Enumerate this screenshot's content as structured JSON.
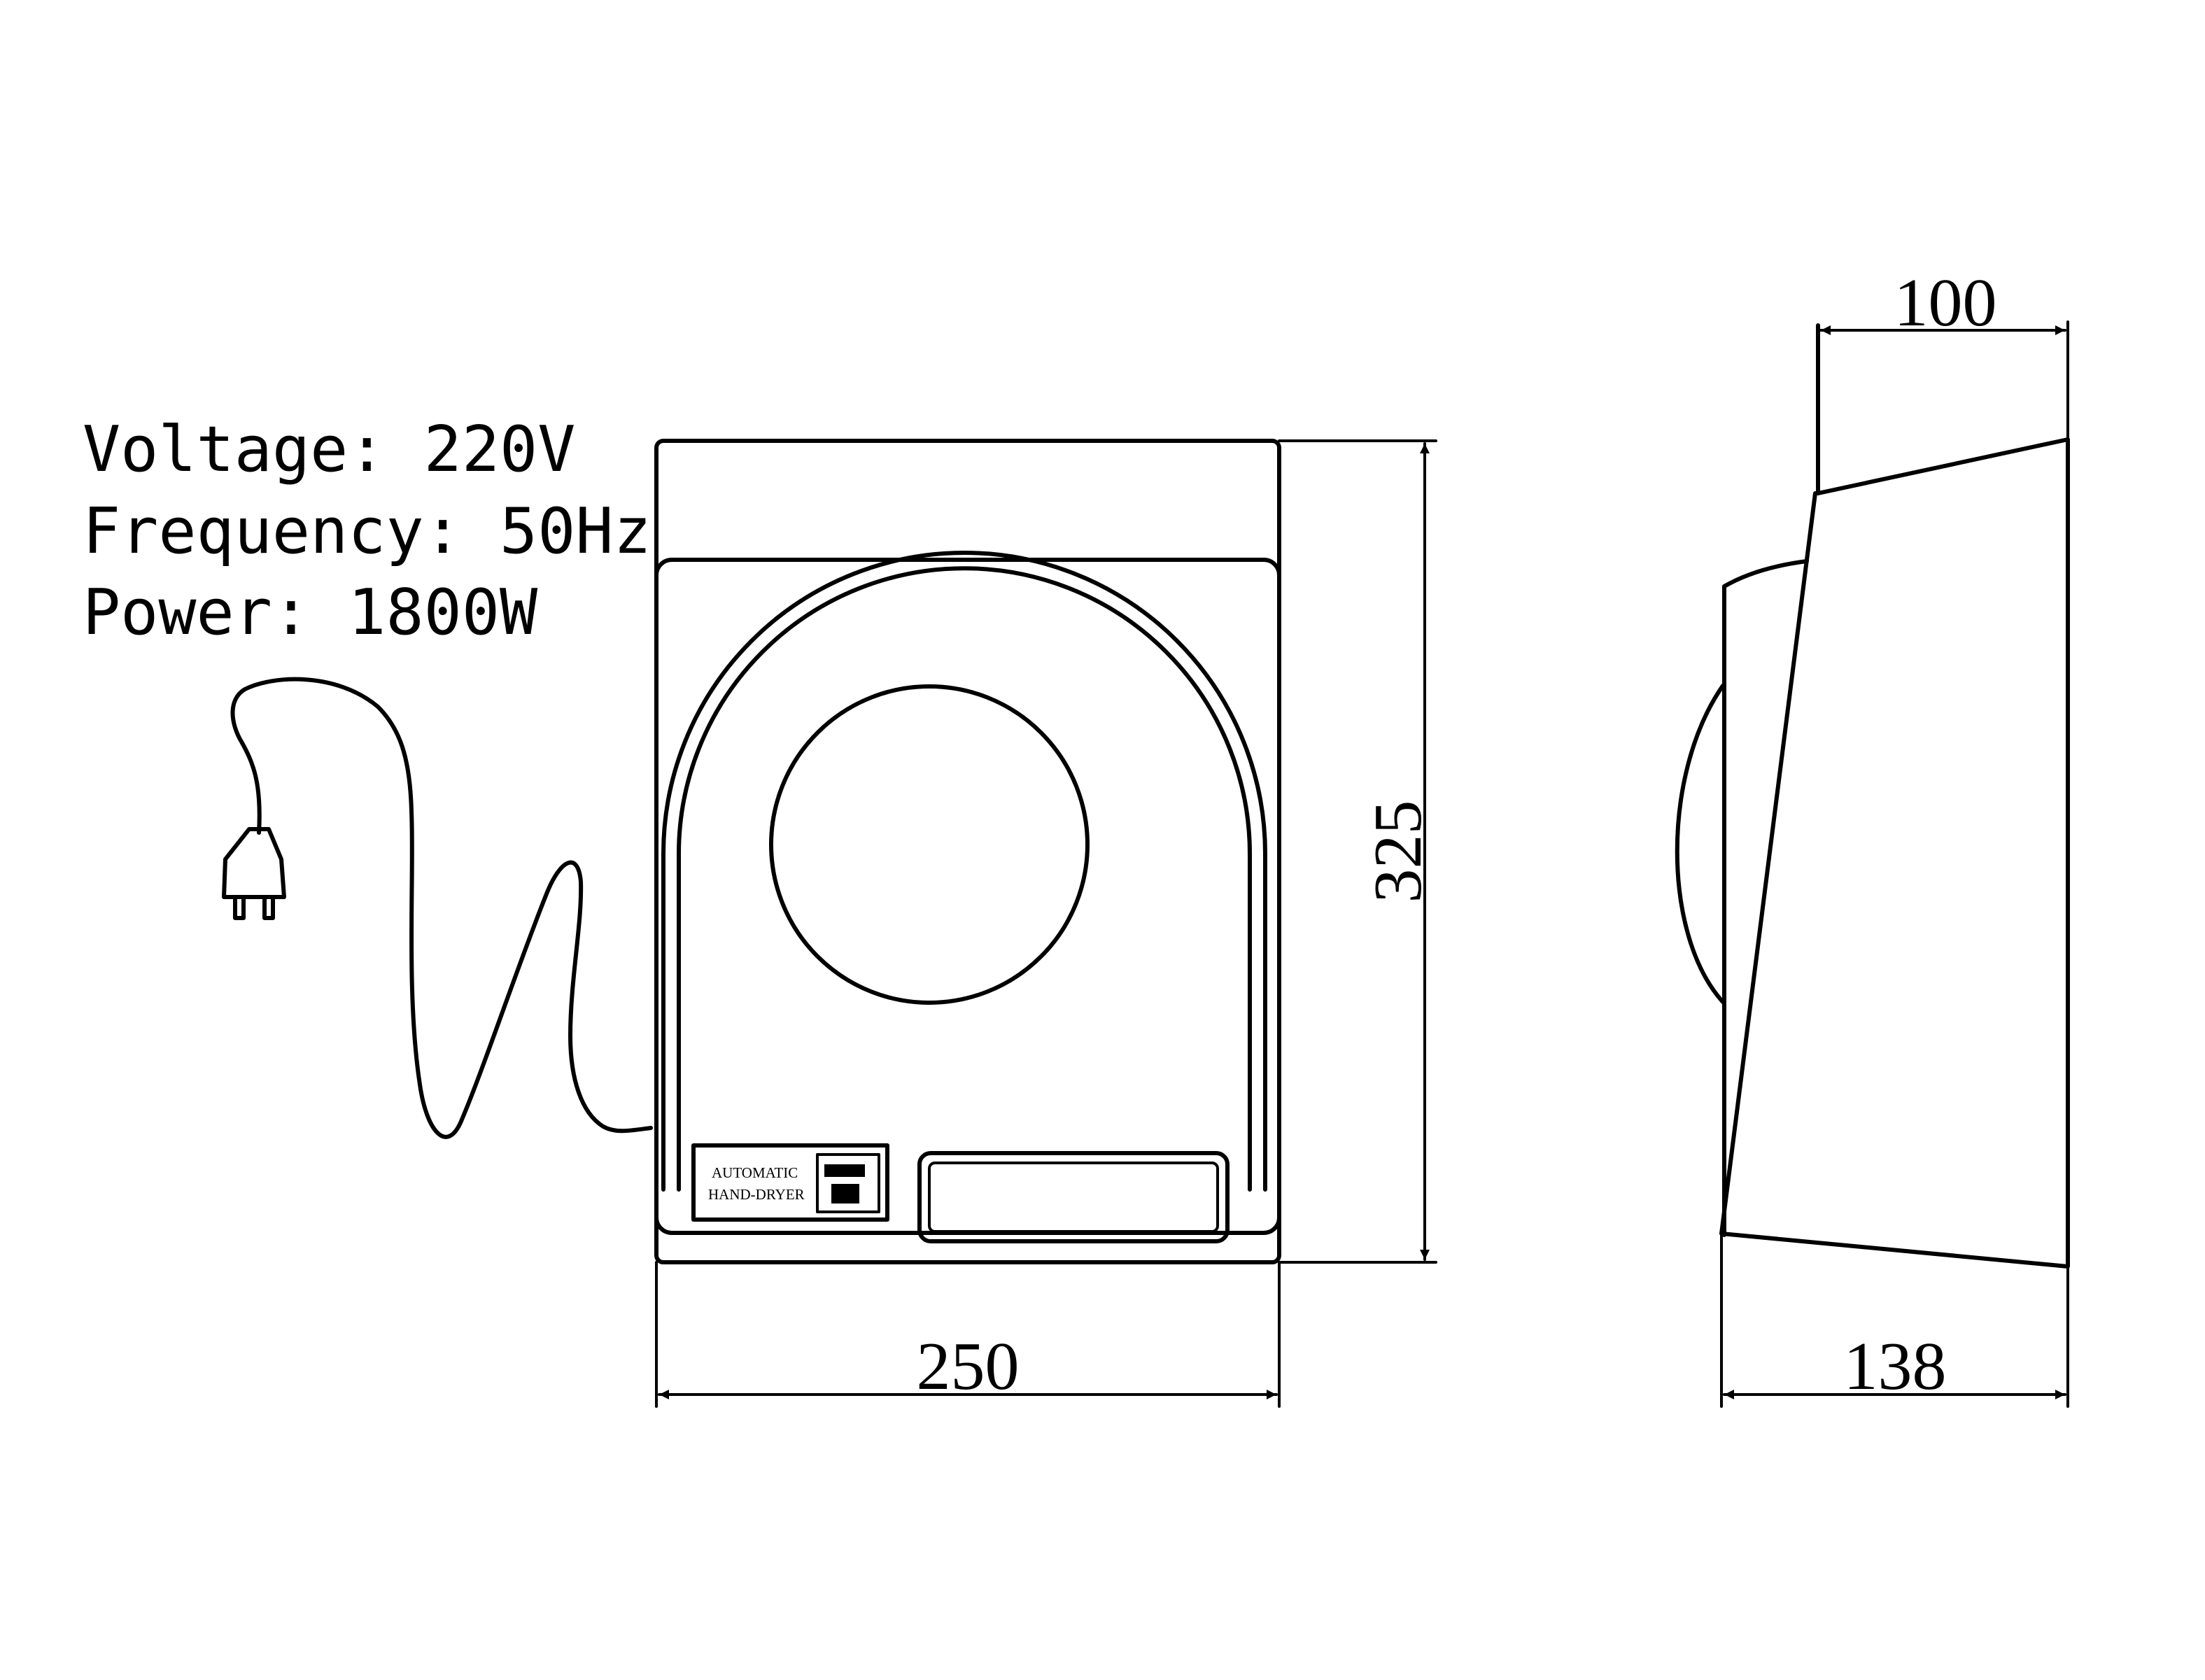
{
  "specs": {
    "voltage": "Voltage: 220V",
    "frequency": "Frequency: 50Hz",
    "power": "Power: 1800W"
  },
  "dimensions": {
    "width": "250",
    "height": "325",
    "depth_top": "100",
    "depth_bottom": "138"
  },
  "label": {
    "line1": "AUTOMATIC",
    "line2": "HAND-DRYER"
  },
  "icons": {
    "plug": "plug-icon",
    "hand_dry": "hand-dryer-icon"
  },
  "colors": {
    "line": "#000000",
    "background": "#ffffff"
  }
}
